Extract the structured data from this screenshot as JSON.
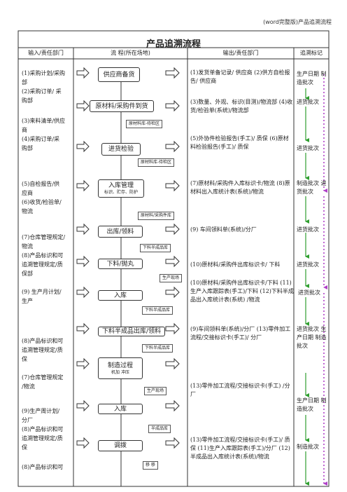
{
  "header_note": "(word完整版)产品追溯流程",
  "title": "产品追溯流程",
  "columns": {
    "input": "输入/责任部门",
    "flow": "流 程(所在场地)",
    "output": "输出/责任部门",
    "trace": "追溯标记"
  },
  "left_blocks": [
    {
      "text": "(1)采购计划/采购\n部\n(2)采购订单/ 采\n购部"
    },
    {
      "text": "(3)来料清单/供应\n商\n(4)采购订单/采\n购部"
    },
    {
      "text": "(5)自检报告/供\n应商\n(6)收货/检验单/\n物流"
    },
    {
      "text": "(7)仓库管理规定/\n物流\n(8)产品标识和可\n追溯管理规定/质\n保部"
    },
    {
      "text": "(9) 生产月计划/\n生产"
    },
    {
      "text": "(8)产品标识和可\n追溯管理规定/质\n保\n\n(7)仓库管理规定\n/物流"
    },
    {
      "text": "(9)生产周计划/\n分厂\n(8)产品标识和可\n追溯管理规定/质\n保"
    },
    {
      "text": "(8)产品标识和可"
    }
  ],
  "flow_boxes": [
    {
      "label": "供应商备货",
      "sub": ""
    },
    {
      "label": "原材料/采购件到货",
      "sub": ""
    },
    {
      "label": "进货检验",
      "sub": ""
    },
    {
      "label": "入库管理",
      "sub": "标识、贮存、防护"
    },
    {
      "label": "出库/领料",
      "sub": ""
    },
    {
      "label": "下料/抛丸",
      "sub": ""
    },
    {
      "label": "入库",
      "sub": ""
    },
    {
      "label": "下料半成品出库/领料",
      "sub": ""
    },
    {
      "label": "制造过程",
      "sub": "机加    冲压"
    },
    {
      "label": "入库",
      "sub": ""
    },
    {
      "label": "调拨",
      "sub": ""
    }
  ],
  "location_labels": [
    "原材料库-待检区",
    "原材料库-待检区",
    "原材料/采购件库",
    "下料半成品库",
    "生产现场",
    "下料半成品库",
    "下料半成品库",
    "生产现场",
    "半成品库",
    "移    移"
  ],
  "right_blocks": [
    {
      "text": "(1)发货单备记录/ 供应商\n(2)供方自检报告/ 供应商"
    },
    {
      "text": "(3)数量、外观、标识(目测)/物流部\n (4)收货/检验单(系统)/物流部"
    },
    {
      "text": "(5)外协件检验报告(手工)/ 质保\n(6)原材料检验报告(手工)/ 质保"
    },
    {
      "text": "(7)原材料/采购件入库标识卡/物流\n(8)原材料出入库统计表(系统)/物流"
    },
    {
      "text": " (9)  车间领料单(系统)/分厂"
    },
    {
      "text": "(10)原材料/采购件出库标识卡/ 下料"
    },
    {
      "text": " (10)原材料/采购件出库标识卡/下料\n(11)生产入库跟踪表(手工)/下料\n(12)下料半成品出入库统计表(系统)\n/物流"
    },
    {
      "text": "(9)车间领料单(系统)/分厂\n(13)零件加工流程/交接标识卡(手工)/\n\n分厂"
    },
    {
      "text": "(13)零件加工流程/交接标识卡(手工)\n/分厂"
    },
    {
      "text": "(13)零件加工流程/交接标识卡(手工)/\n质保\n(11)生产入库跟踪表(手工)/分厂\n(12)半成品出入库统计表(系统)/物流"
    }
  ],
  "trace_marks": [
    {
      "text": "生产日期\n制造批次"
    },
    {
      "text": "进货批次"
    },
    {
      "text": "进货批次"
    },
    {
      "text": "制造批次\n进货批次"
    },
    {
      "text": "进货批次"
    },
    {
      "text": "进货批次"
    },
    {
      "text": "进货批次"
    },
    {
      "text": "进货批次\n\n生产日期\n制造批次"
    },
    {
      "text": "生产日期\n制造批次"
    },
    {
      "text": "制造批次"
    }
  ],
  "colors": {
    "arrow_green": "#2e9e2e",
    "arrow_dotted": "#b040c8",
    "border": "#333333"
  }
}
